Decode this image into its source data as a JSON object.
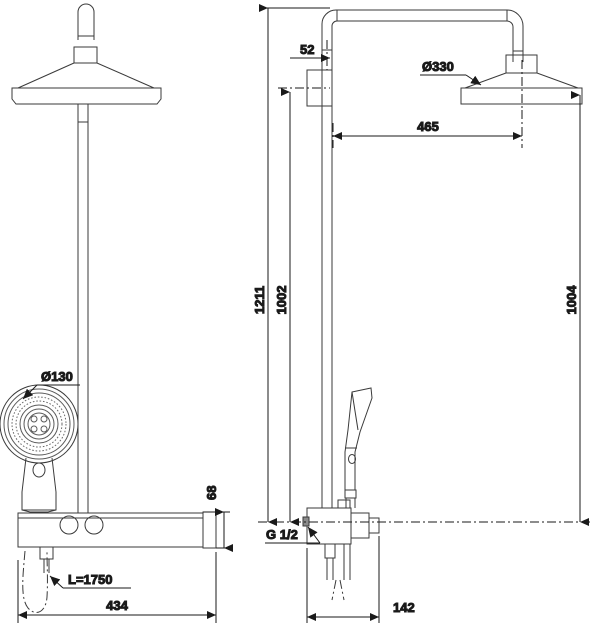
{
  "drawing": {
    "title": "Shower column technical drawing",
    "views": [
      {
        "name": "front-view",
        "label": "front"
      },
      {
        "name": "side-view",
        "label": "side"
      }
    ],
    "line_color": "#1a1a1a",
    "background_color": "#ffffff"
  },
  "dimensions": {
    "head_diameter_front": "Ø130",
    "head_diameter_side": "Ø330",
    "overall_height": "1211",
    "valve_to_riser_top": "1002",
    "head_height": "1004",
    "wall_offset": "52",
    "head_projection": "465",
    "valve_height": "68",
    "hose_length": "L=1750",
    "front_width": "434",
    "side_depth": "142",
    "inlet_thread": "G 1/2"
  },
  "labels": {
    "d130": "Ø130",
    "d330": "Ø330",
    "h1211": "1211",
    "h1002": "1002",
    "h1004": "1004",
    "w52": "52",
    "w465": "465",
    "h68": "68",
    "hose": "L=1750",
    "w434": "434",
    "d142": "142",
    "thread": "G 1/2"
  }
}
